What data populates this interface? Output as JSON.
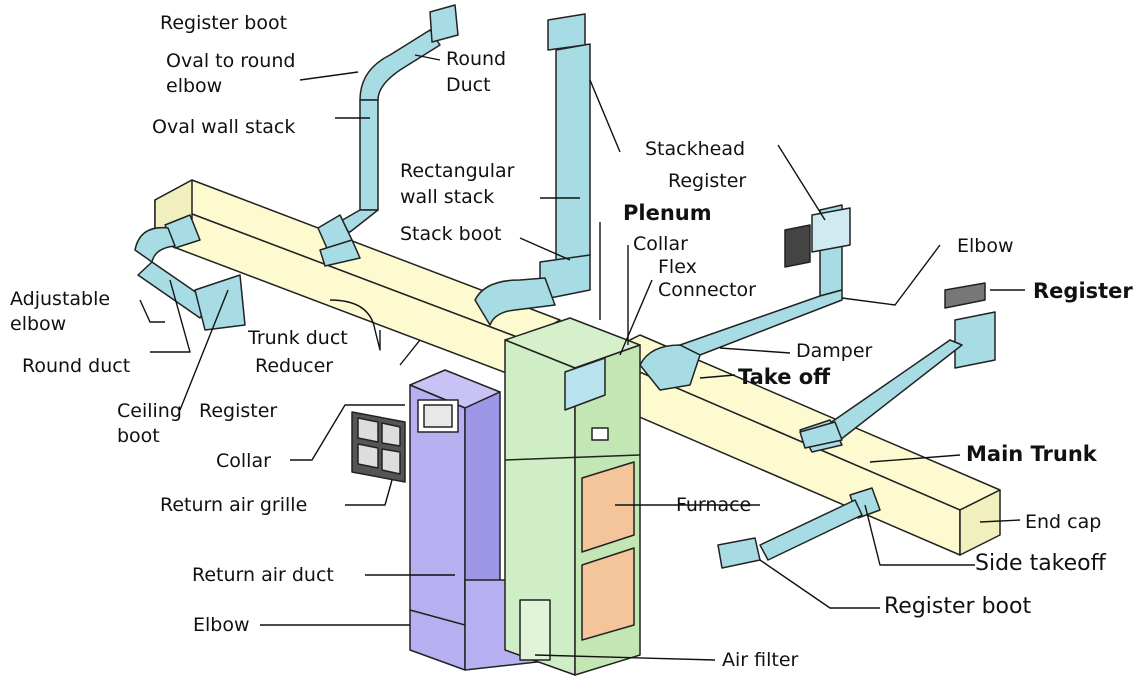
{
  "title": "",
  "colors": {
    "duct_blue": "#a8dce4",
    "trunk_yellow": "#fdfad0",
    "furnace_green": "#d6f0cc",
    "return_purple": "#b6b0f0",
    "burner_orange": "#f4c49a",
    "outline": "#222222"
  },
  "labels": {
    "register_boot_top": "Register boot",
    "oval_to_round_elbow_1": "Oval to round",
    "oval_to_round_elbow_2": "elbow",
    "round_duct_top_1": "Round",
    "round_duct_top_2": "Duct",
    "oval_wall_stack": "Oval wall stack",
    "stackhead": "Stackhead",
    "register_upper": "Register",
    "rectangular_wall_stack_1": "Rectangular",
    "rectangular_wall_stack_2": "wall stack",
    "plenum": "Plenum",
    "stack_boot": "Stack boot",
    "collar_upper": "Collar",
    "flex_connector_1": "Flex",
    "flex_connector_2": "Connector",
    "elbow_right": "Elbow",
    "register_right": "Register",
    "adjustable_elbow_1": "Adjustable",
    "adjustable_elbow_2": "elbow",
    "trunk_duct": "Trunk duct",
    "reducer": "Reducer",
    "round_duct_left": "Round duct",
    "damper": "Damper",
    "take_off": "Take off",
    "ceiling_1": "Ceiling",
    "register_ceiling": "Register",
    "ceiling_2": "boot",
    "main_trunk": "Main Trunk",
    "collar_lower": "Collar",
    "return_air_grille": "Return air grille",
    "furnace": "Furnace",
    "end_cap": "End cap",
    "side_takeoff": "Side takeoff",
    "return_air_duct": "Return air duct",
    "register_boot_bottom": "Register boot",
    "elbow_bottom": "Elbow",
    "air_filter": "Air filter"
  }
}
